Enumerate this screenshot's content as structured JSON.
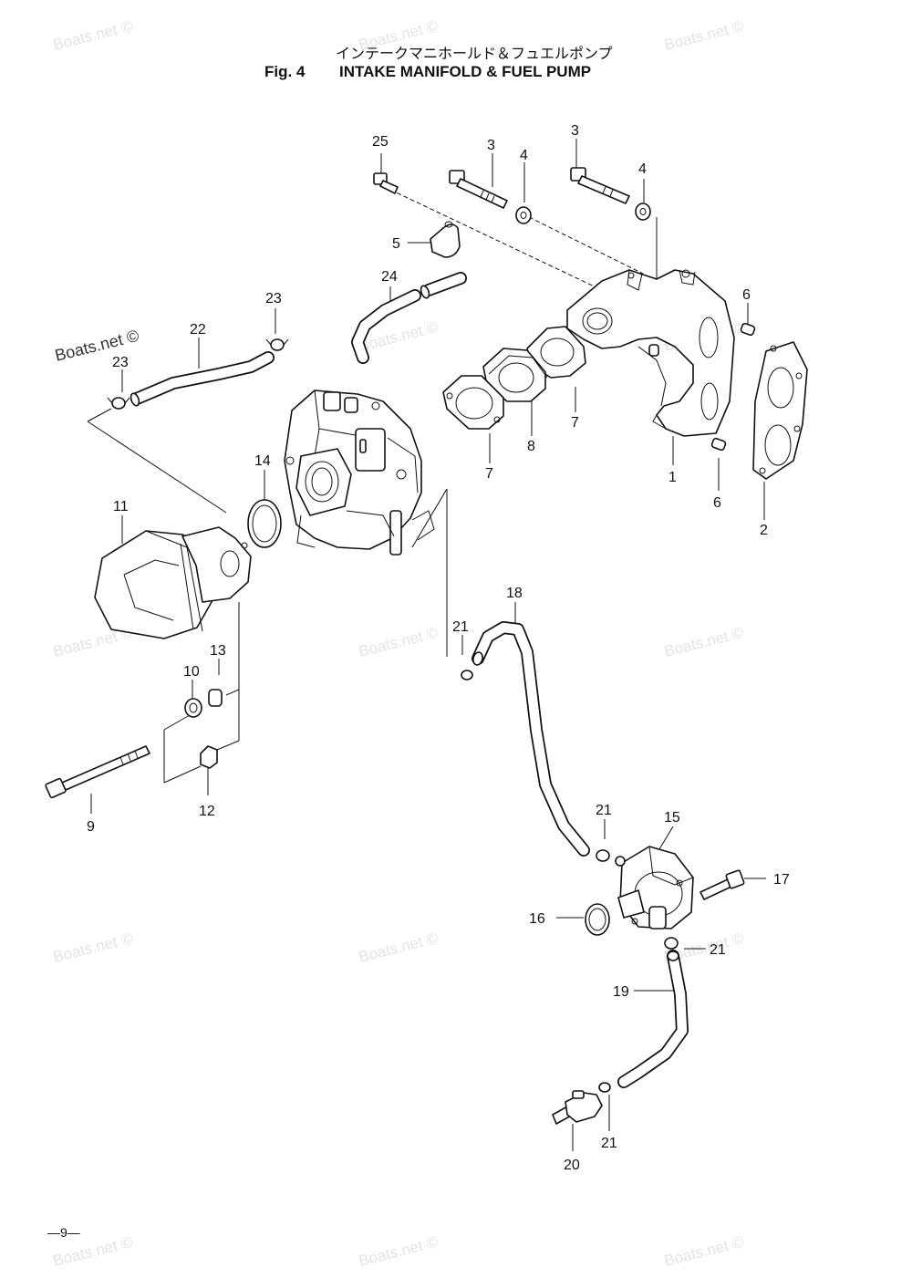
{
  "title": {
    "japanese": "インテークマニホールド＆フュエルポンプ",
    "fig": "Fig. 4",
    "english": "INTAKE MANIFOLD & FUEL PUMP"
  },
  "watermark": "Boats.net ©",
  "page_number": "—9—",
  "callouts": {
    "c1": "1",
    "c2": "2",
    "c3a": "3",
    "c3b": "3",
    "c4a": "4",
    "c4b": "4",
    "c5": "5",
    "c6a": "6",
    "c6b": "6",
    "c7a": "7",
    "c7b": "7",
    "c8": "8",
    "c9": "9",
    "c10": "10",
    "c11": "11",
    "c12": "12",
    "c13": "13",
    "c14": "14",
    "c15": "15",
    "c16": "16",
    "c17": "17",
    "c18": "18",
    "c19": "19",
    "c20": "20",
    "c21a": "21",
    "c21b": "21",
    "c21c": "21",
    "c21d": "21",
    "c22": "22",
    "c23a": "23",
    "c23b": "23",
    "c24": "24",
    "c25": "25"
  }
}
